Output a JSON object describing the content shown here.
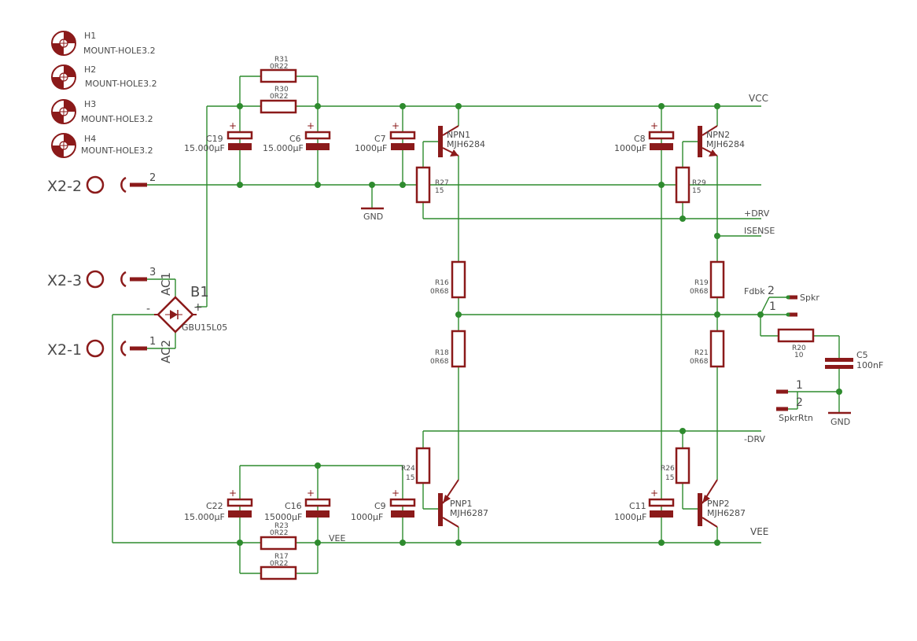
{
  "mount_holes": [
    {
      "ref": "H1",
      "value": "MOUNT-HOLE3.2"
    },
    {
      "ref": "H2",
      "value": "MOUNT-HOLE3.2"
    },
    {
      "ref": "H3",
      "value": "MOUNT-HOLE3.2"
    },
    {
      "ref": "H4",
      "value": "MOUNT-HOLE3.2"
    }
  ],
  "connector_x2": {
    "pin2": "X2-2",
    "pin3": "X2-3",
    "pin1": "X2-1",
    "num2": "2",
    "num3": "3",
    "num1": "1"
  },
  "bridge": {
    "ref": "B1",
    "value": "GBU15L05",
    "ac1": "AC1",
    "ac2": "AC2",
    "minus": "-",
    "plus": "+"
  },
  "capacitors": {
    "C19": {
      "ref": "C19",
      "value": "15.000µF"
    },
    "C6": {
      "ref": "C6",
      "value": "15.000µF"
    },
    "C7": {
      "ref": "C7",
      "value": "1000µF"
    },
    "C8": {
      "ref": "C8",
      "value": "1000µF"
    },
    "C22": {
      "ref": "C22",
      "value": "15.000µF"
    },
    "C16": {
      "ref": "C16",
      "value": "15000µF"
    },
    "C9": {
      "ref": "C9",
      "value": "1000µF"
    },
    "C11": {
      "ref": "C11",
      "value": "1000µF"
    },
    "C5": {
      "ref": "C5",
      "value": "100nF"
    },
    "plus": "+"
  },
  "resistors": {
    "R31": {
      "ref": "R31",
      "value": "0R22"
    },
    "R30": {
      "ref": "R30",
      "value": "0R22"
    },
    "R27": {
      "ref": "R27",
      "value": "15"
    },
    "R29": {
      "ref": "R29",
      "value": "15"
    },
    "R16": {
      "ref": "R16",
      "value": "0R68"
    },
    "R19": {
      "ref": "R19",
      "value": "0R68"
    },
    "R18": {
      "ref": "R18",
      "value": "0R68"
    },
    "R21": {
      "ref": "R21",
      "value": "0R68"
    },
    "R20": {
      "ref": "R20",
      "value": "10"
    },
    "R24": {
      "ref": "R24",
      "value": "15"
    },
    "R26": {
      "ref": "R26",
      "value": "15"
    },
    "R23": {
      "ref": "R23",
      "value": "0R22"
    },
    "R17": {
      "ref": "R17",
      "value": "0R22"
    }
  },
  "transistors": {
    "NPN1": {
      "ref": "NPN1",
      "value": "MJH6284"
    },
    "NPN2": {
      "ref": "NPN2",
      "value": "MJH6284"
    },
    "PNP1": {
      "ref": "PNP1",
      "value": "MJH6287"
    },
    "PNP2": {
      "ref": "PNP2",
      "value": "MJH6287"
    }
  },
  "nets": {
    "vcc": "VCC",
    "vee_right": "VEE",
    "vee_left": "VEE",
    "drv_plus": "+DRV",
    "drv_minus": "-DRV",
    "isense": "ISENSE",
    "gnd_mid": "GND",
    "gnd_right": "GND"
  },
  "speaker": {
    "fdbk": "Fdbk",
    "spkr": "Spkr",
    "spkr_rtn": "SpkrRtn",
    "pin2": "2",
    "pin1": "1",
    "rtn_pin1": "1",
    "rtn_pin2": "2"
  }
}
